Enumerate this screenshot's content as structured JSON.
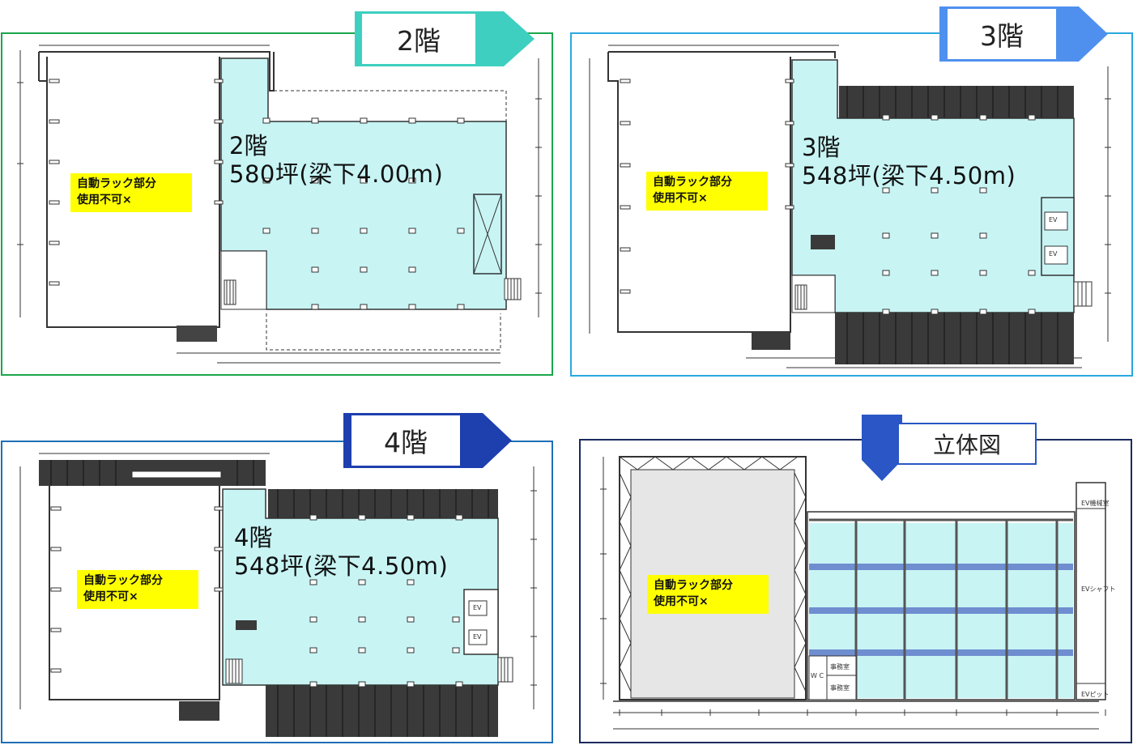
{
  "floors": [
    {
      "tag": "2階",
      "title_floor": "2階",
      "title_area": "580坪(梁下4.00m)",
      "rack_line1": "自動ラック部分",
      "rack_line2": "使用不可×"
    },
    {
      "tag": "3階",
      "title_floor": "3階",
      "title_area": "548坪(梁下4.50m)",
      "rack_line1": "自動ラック部分",
      "rack_line2": "使用不可×",
      "ev_label": "EV"
    },
    {
      "tag": "4階",
      "title_floor": "4階",
      "title_area": "548坪(梁下4.50m)",
      "rack_line1": "自動ラック部分",
      "rack_line2": "使用不可×",
      "ev_label": "EV"
    }
  ],
  "elevation": {
    "tag": "立体図",
    "rack_line1": "自動ラック部分",
    "rack_line2": "使用不可×",
    "ev_machine_room": "EV機械室",
    "ev_shaft": "EVシャフト",
    "ev_pit": "EVピット",
    "office": "事務室",
    "wc": "W C"
  },
  "colors": {
    "usable_area": "#c8f4f4",
    "rack_label": "#ffff00",
    "border_2f": "#1aa64a",
    "border_3f": "#2aa9e0",
    "border_4f": "#1f6fb5",
    "border_elev": "#1b2a5e",
    "tag_2f": "#3ecfc0",
    "tag_3f": "#4f90ef",
    "tag_4f": "#1e3fae",
    "tag_elev": "#2a56c6"
  }
}
